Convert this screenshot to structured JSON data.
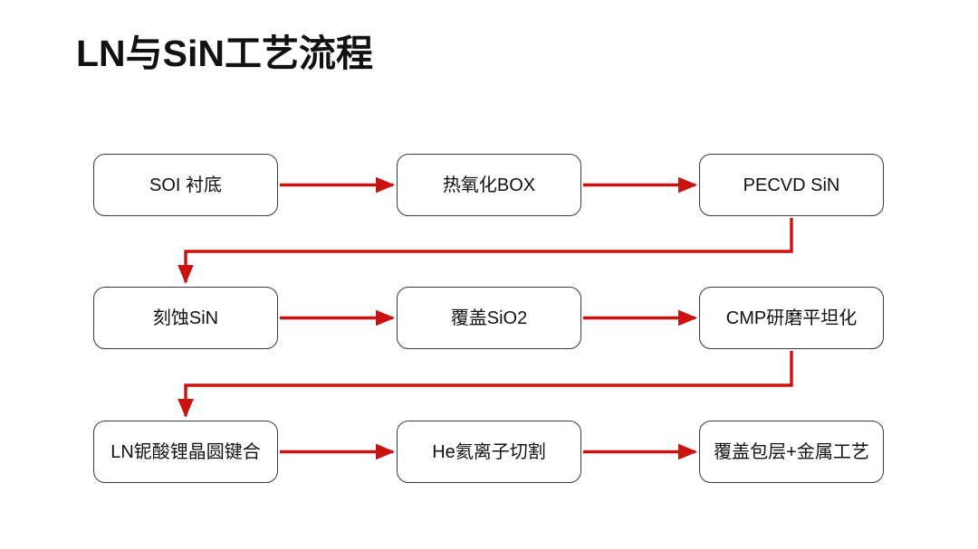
{
  "title": "LN与SiN工艺流程",
  "theme": {
    "background": "#ffffff",
    "box_fill": "#ffffff",
    "box_border": "#3a3a3a",
    "text_color": "#111111",
    "arrow_color": "#cc1111"
  },
  "flow": {
    "rows": [
      {
        "nodes": [
          {
            "id": "soi-substrate",
            "label": "SOI 衬底"
          },
          {
            "id": "thermal-oxide-box",
            "label": "热氧化BOX"
          },
          {
            "id": "pecvd-sin",
            "label": "PECVD SiN"
          }
        ]
      },
      {
        "nodes": [
          {
            "id": "etch-sin",
            "label": "刻蚀SiN"
          },
          {
            "id": "cover-sio2",
            "label": "覆盖SiO2"
          },
          {
            "id": "cmp-planarization",
            "label": "CMP研磨平坦化"
          }
        ]
      },
      {
        "nodes": [
          {
            "id": "ln-wafer-bonding",
            "label": "LN铌酸锂晶圆键合"
          },
          {
            "id": "he-ion-slicing",
            "label": "He氦离子切割"
          },
          {
            "id": "cladding-metal",
            "label": "覆盖包层+金属工艺"
          }
        ]
      }
    ],
    "connectors": [
      {
        "id": "arrow-r1-c1-to-c2",
        "kind": "straight-right",
        "from": "soi-substrate",
        "to": "thermal-oxide-box"
      },
      {
        "id": "arrow-r1-c2-to-c3",
        "kind": "straight-right",
        "from": "thermal-oxide-box",
        "to": "pecvd-sin"
      },
      {
        "id": "arrow-r1-c3-to-r2-c1",
        "kind": "wrap-down-left",
        "from": "pecvd-sin",
        "to": "etch-sin"
      },
      {
        "id": "arrow-r2-c1-to-c2",
        "kind": "straight-right",
        "from": "etch-sin",
        "to": "cover-sio2"
      },
      {
        "id": "arrow-r2-c2-to-c3",
        "kind": "straight-right",
        "from": "cover-sio2",
        "to": "cmp-planarization"
      },
      {
        "id": "arrow-r2-c3-to-r3-c1",
        "kind": "wrap-down-left",
        "from": "cmp-planarization",
        "to": "ln-wafer-bonding"
      },
      {
        "id": "arrow-r3-c1-to-c2",
        "kind": "straight-right",
        "from": "ln-wafer-bonding",
        "to": "he-ion-slicing"
      },
      {
        "id": "arrow-r3-c2-to-c3",
        "kind": "straight-right",
        "from": "he-ion-slicing",
        "to": "cladding-metal"
      }
    ]
  }
}
